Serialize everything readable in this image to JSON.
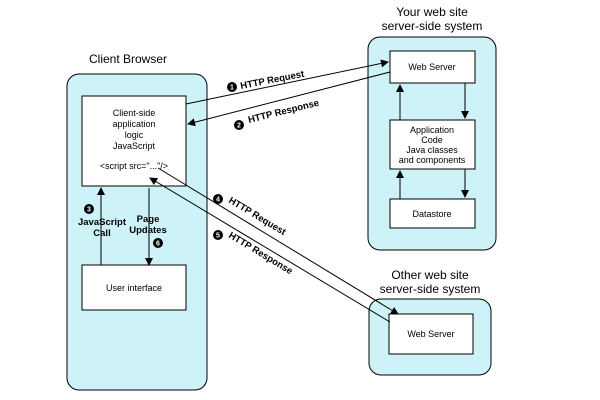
{
  "client": {
    "title": "Client Browser",
    "logic_lines": [
      "Client-side",
      "application",
      "logic",
      "JavaScript"
    ],
    "script_tag": "<script src=\"...\"/>",
    "ui_label": "User interface"
  },
  "server1": {
    "title_lines": [
      "Your web site",
      "server-side system"
    ],
    "web_server": "Web Server",
    "app_lines": [
      "Application",
      "Code",
      "Java classes",
      "and components"
    ],
    "datastore": "Datastore"
  },
  "server2": {
    "title_lines": [
      "Other web site",
      "server-side system"
    ],
    "web_server": "Web Server"
  },
  "steps": {
    "s1": {
      "num": "1",
      "label": "HTTP Request"
    },
    "s2": {
      "num": "2",
      "label": "HTTP Response"
    },
    "s3": {
      "num": "3",
      "label_lines": [
        "JavaScript",
        "Call"
      ]
    },
    "s4": {
      "num": "4",
      "label": "HTTP Request"
    },
    "s5": {
      "num": "5",
      "label": "HTTP Response"
    },
    "s6": {
      "num": "6",
      "label_lines": [
        "Page",
        "Updates"
      ]
    }
  },
  "colors": {
    "panel_fill": "#cdf2f7",
    "stroke": "#000000",
    "box_fill": "#ffffff"
  }
}
